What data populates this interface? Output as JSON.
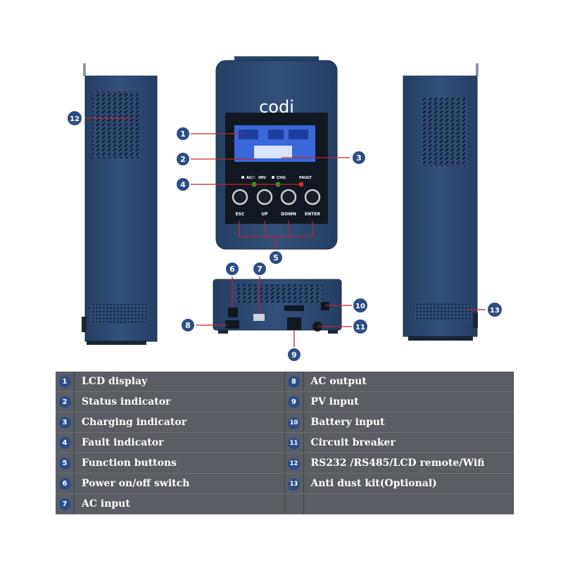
{
  "brand": "codi",
  "indicators": {
    "ac_inv": "AC/☾ INV",
    "chg": "CHG",
    "fault": "FAULT"
  },
  "buttons": {
    "esc": "ESC",
    "up": "UP",
    "down": "DOWN",
    "enter": "ENTER"
  },
  "callouts": [
    "1",
    "2",
    "3",
    "4",
    "5",
    "6",
    "7",
    "8",
    "9",
    "10",
    "11",
    "12",
    "13"
  ],
  "legend": {
    "rows": [
      {
        "left_num": "1",
        "left_label": "LCD display",
        "right_num": "8",
        "right_label": "AC output"
      },
      {
        "left_num": "2",
        "left_label": "Status indicator",
        "right_num": "9",
        "right_label": "PV input"
      },
      {
        "left_num": "3",
        "left_label": "Charging indicator",
        "right_num": "10",
        "right_label": "Battery input"
      },
      {
        "left_num": "4",
        "left_label": "Fault indicator",
        "right_num": "11",
        "right_label": "Circuit breaker"
      },
      {
        "left_num": "5",
        "left_label": "Function buttons",
        "right_num": "12",
        "right_label": "RS232 /RS485/LCD remote/Wifi"
      },
      {
        "left_num": "6",
        "left_label": "Power on/off switch",
        "right_num": "13",
        "right_label": "Anti dust kit(Optional)"
      },
      {
        "left_num": "7",
        "left_label": "AC input",
        "right_num": "",
        "right_label": ""
      }
    ]
  },
  "colors": {
    "body_blue": "#2f4a73",
    "badge_blue": "#2d4d86",
    "leader_red": "#c0272d",
    "table_bg": "#5a5d63"
  }
}
